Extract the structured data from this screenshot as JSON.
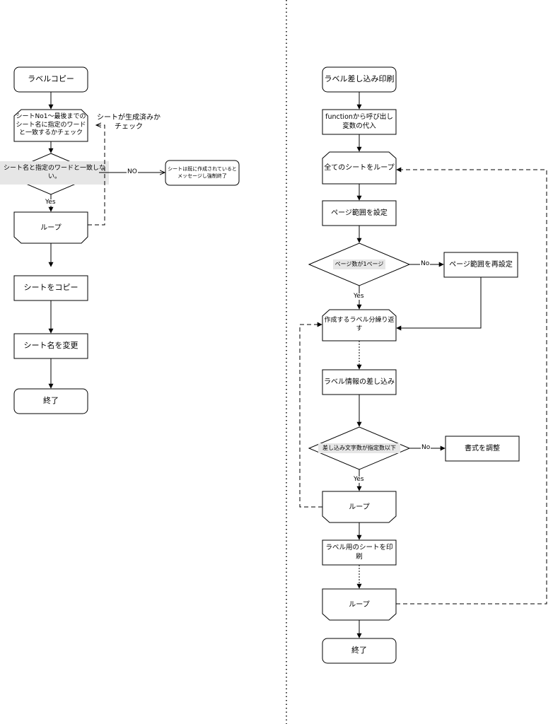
{
  "left": {
    "start": "ラベルコピー",
    "loop_start": "シートNo1～最後までのシート名に指定のワードと一致するかチェック",
    "side_note": "シートが生成済みかチェック",
    "decision": "シート名と指定のワードと一致しない。",
    "no_label": "NO",
    "no_box": "シートは既に作成されているとメッセージし強制終了",
    "yes_label": "Yes",
    "loop_end": "ループ",
    "copy": "シートをコピー",
    "rename": "シート名を変更",
    "end": "終了"
  },
  "right": {
    "start": "ラベル差し込み印刷",
    "assign": "functionから呼び出し変数の代入",
    "loop_sheets": "全てのシートをループ",
    "page_range": "ページ範囲を設定",
    "decision_pages": "ページ数が1ページ",
    "no1": "No",
    "reset_range": "ページ範囲を再設定",
    "yes1": "Yes",
    "loop_labels": "作成するラベル分繰り返す",
    "insert": "ラベル情報の差し込み",
    "decision_chars": "差し込み文字数が指定数以下",
    "no2": "No",
    "format": "書式を調整",
    "yes2": "Yes",
    "loop_end1": "ループ",
    "print": "ラベル用のシートを印刷",
    "loop_end2": "ループ",
    "end": "終了"
  }
}
